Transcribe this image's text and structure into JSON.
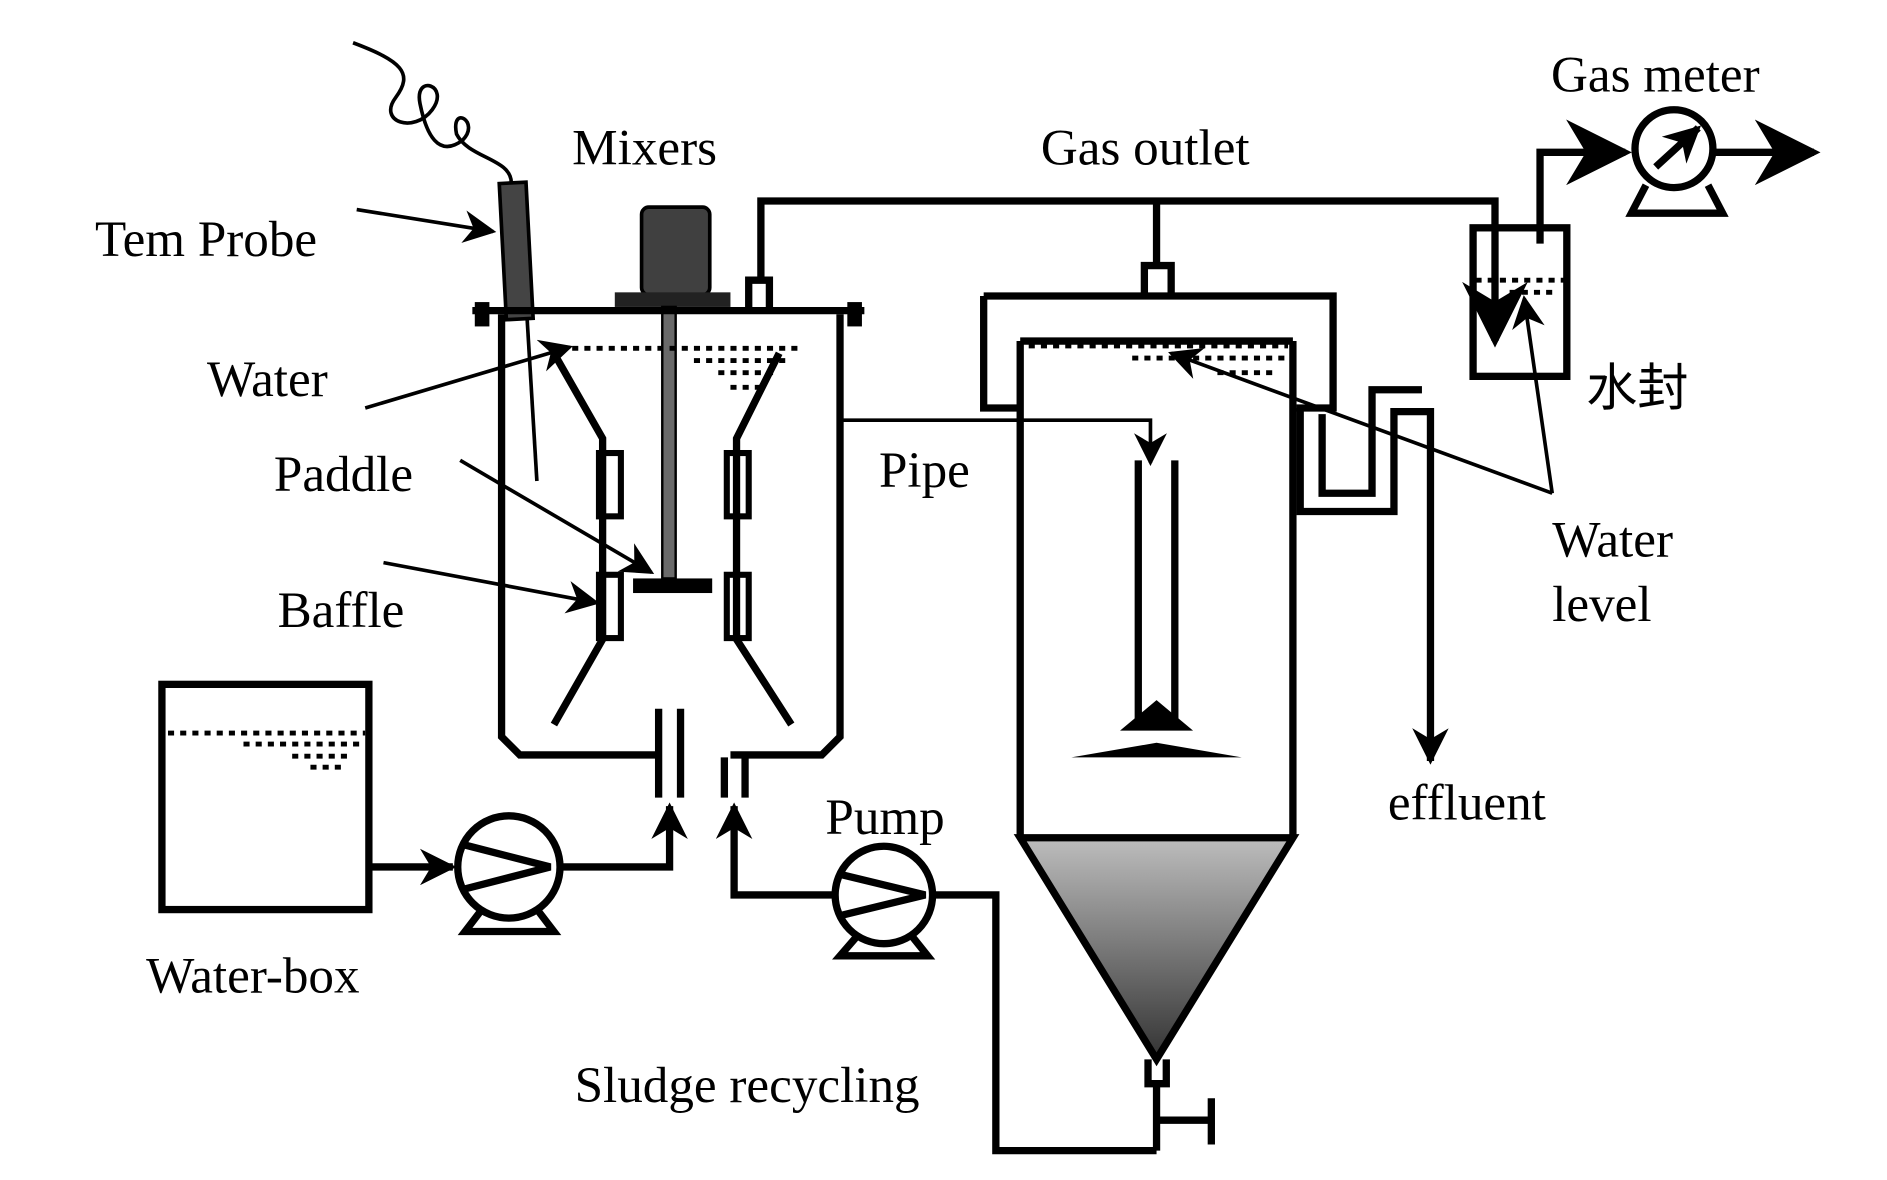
{
  "labels": {
    "tem_probe": "Tem Probe",
    "mixers": "Mixers",
    "gas_outlet": "Gas outlet",
    "gas_meter": "Gas meter",
    "water": "Water",
    "paddle": "Paddle",
    "baffle": "Baffle",
    "pipe": "Pipe",
    "water_level_1": "Water",
    "water_level_2": "level",
    "water_seal": "水封",
    "effluent": "effluent",
    "pump": "Pump",
    "water_box": "Water-box",
    "sludge_recycling": "Sludge recycling"
  },
  "colors": {
    "line": "#000000",
    "motor": "#404040",
    "shaft": "#6a6a6a",
    "sludge": "#808080"
  }
}
